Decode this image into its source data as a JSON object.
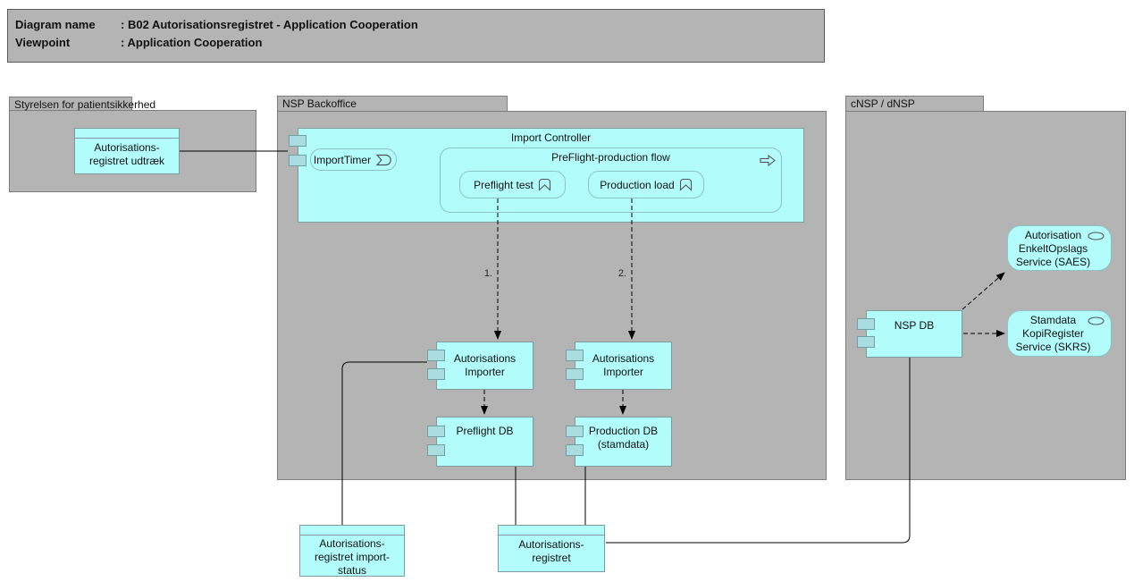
{
  "title": {
    "row1_label": "Diagram name",
    "row1_value": "B02 Autorisationsregistret - Application Cooperation",
    "row2_label": "Viewpoint",
    "row2_value": "Application Cooperation",
    "separator": ":"
  },
  "groups": {
    "left": {
      "label": "Styrelsen for patientsikkerhed"
    },
    "mid": {
      "label": "NSP Backoffice"
    },
    "right": {
      "label": "cNSP / dNSP"
    }
  },
  "nodes": {
    "udtraek": {
      "label": "Autorisations-\nregistret udtræk"
    },
    "import_controller": {
      "label": "Import Controller"
    },
    "import_timer": {
      "label": "ImportTimer"
    },
    "flow": {
      "label": "PreFlight-production flow"
    },
    "preflight_test": {
      "label": "Preflight test"
    },
    "production_load": {
      "label": "Production load"
    },
    "importer1": {
      "label": "Autorisations\nImporter"
    },
    "importer2": {
      "label": "Autorisations\nImporter"
    },
    "preflight_db": {
      "label": "Preflight DB"
    },
    "production_db": {
      "label": "Production DB\n(stamdata)"
    },
    "nsp_db": {
      "label": "NSP DB"
    },
    "saes": {
      "label": "Autorisation\nEnkeltOpslags\nService (SAES)"
    },
    "skrs": {
      "label": "Stamdata\nKopiRegister\nService (SKRS)"
    },
    "import_status": {
      "label": "Autorisations-\nregistret import-\nstatus"
    },
    "aut_registret": {
      "label": "Autorisations-\nregistret"
    }
  },
  "connectors": {
    "flow1_label": "1.",
    "flow2_label": "2."
  },
  "icons": {
    "import_timer": "event-icon",
    "flow": "process-arrow-icon",
    "preflight_test": "function-icon",
    "production_load": "function-icon",
    "saes": "service-ellipse-icon",
    "skrs": "service-ellipse-icon"
  },
  "colors": {
    "node_fill": "#b2fcfc",
    "port_fill": "#a9dde0",
    "group_fill": "#b4b4b4",
    "node_border": "#7e9c9c",
    "rounded_border": "#8ec2c4",
    "line": "#000000"
  }
}
